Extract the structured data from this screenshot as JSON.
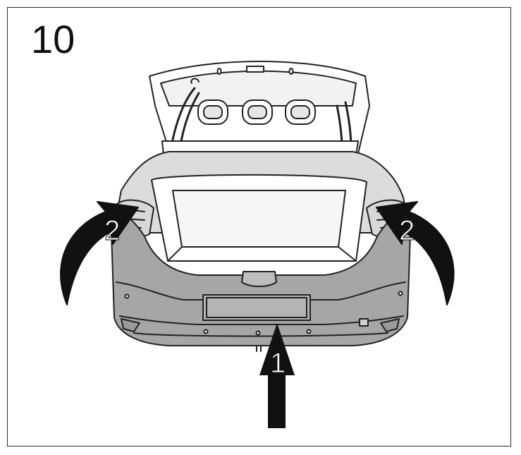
{
  "step_number": "10",
  "callouts": {
    "bumper_push": "1",
    "corner_left": "2",
    "corner_right": "2"
  },
  "colors": {
    "bumper": "#a6a6a6",
    "body": "#dcdcdc",
    "line": "#222222",
    "arrow": "#111111"
  }
}
